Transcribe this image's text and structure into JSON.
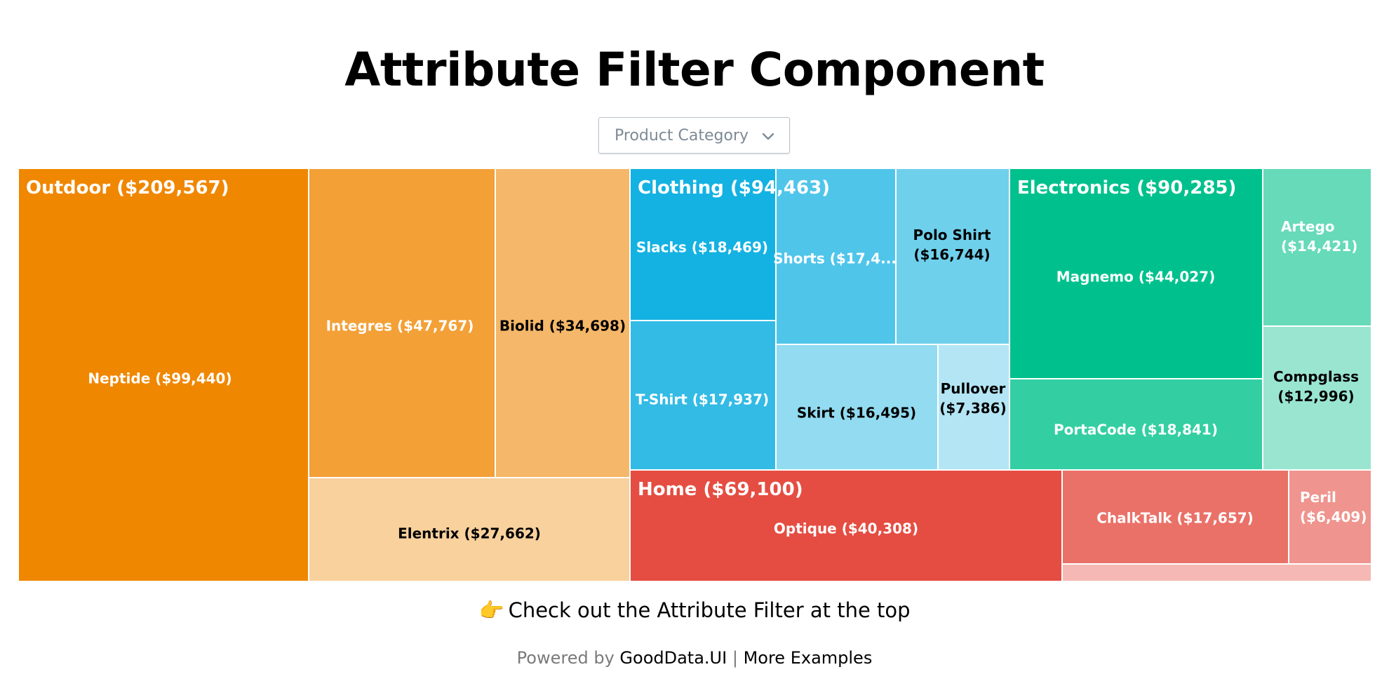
{
  "page": {
    "title": "Attribute Filter Component"
  },
  "filter": {
    "label": "Product Category"
  },
  "chart_data": {
    "type": "treemap",
    "groups": [
      {
        "name": "Outdoor",
        "label": "Outdoor ($209,567)",
        "total": 209567,
        "color": "#f08700",
        "children": [
          {
            "name": "Neptide",
            "value": 99440,
            "label": "Neptide ($99,440)",
            "color": "#f08700",
            "text_color": "#ffffff"
          },
          {
            "name": "Integres",
            "value": 47767,
            "label": "Integres ($47,767)",
            "color": "#f3a037",
            "text_color": "#ffffff"
          },
          {
            "name": "Biolid",
            "value": 34698,
            "label": "Biolid ($34,698)",
            "color": "#f5b769",
            "text_color": "#000000"
          },
          {
            "name": "Elentrix",
            "value": 27662,
            "label": "Elentrix ($27,662)",
            "color": "#f8d19c",
            "text_color": "#000000"
          }
        ]
      },
      {
        "name": "Clothing",
        "label": "Clothing ($94,463)",
        "total": 94463,
        "color": "#14b2e2",
        "children": [
          {
            "name": "Slacks",
            "value": 18469,
            "label": "Slacks ($18,469)",
            "color": "#14b2e2",
            "text_color": "#ffffff"
          },
          {
            "name": "T-Shirt",
            "value": 17937,
            "label": "T-Shirt ($17,937)",
            "color": "#33bbe5",
            "text_color": "#ffffff"
          },
          {
            "name": "Shorts",
            "value": 17432,
            "label": "Shorts ($17,4...",
            "color": "#50c5ea",
            "text_color": "#ffffff"
          },
          {
            "name": "Polo Shirt",
            "value": 16744,
            "label": "Polo Shirt",
            "label_line2": "($16,744)",
            "color": "#6fd0ec",
            "text_color": "#000000"
          },
          {
            "name": "Skirt",
            "value": 16495,
            "label": "Skirt ($16,495)",
            "color": "#92dbf0",
            "text_color": "#000000"
          },
          {
            "name": "Pullover",
            "value": 7386,
            "label": "Pullover",
            "label_line2": "($7,386)",
            "color": "#b3e5f5",
            "text_color": "#000000"
          }
        ]
      },
      {
        "name": "Electronics",
        "label": "Electronics ($90,285)",
        "total": 90285,
        "color": "#00c18d",
        "children": [
          {
            "name": "Magnemo",
            "value": 44027,
            "label": "Magnemo ($44,027)",
            "color": "#00c18d",
            "text_color": "#ffffff"
          },
          {
            "name": "PortaCode",
            "value": 18841,
            "label": "PortaCode ($18,841)",
            "color": "#33cfa2",
            "text_color": "#ffffff"
          },
          {
            "name": "Artego",
            "value": 14421,
            "label": "Artego",
            "label_line2": "($14,421)",
            "color": "#66dab9",
            "text_color": "#ffffff"
          },
          {
            "name": "Compglass",
            "value": 12996,
            "label": "Compglass",
            "label_line2": "($12,996)",
            "color": "#99e5d0",
            "text_color": "#000000"
          }
        ]
      },
      {
        "name": "Home",
        "label": "Home ($69,100)",
        "total": 69100,
        "color": "#e54d42",
        "children": [
          {
            "name": "Optique",
            "value": 40308,
            "label": "Optique ($40,308)",
            "color": "#e54d42",
            "text_color": "#ffffff"
          },
          {
            "name": "ChalkTalk",
            "value": 17657,
            "label": "ChalkTalk ($17,657)",
            "color": "#ea7168",
            "text_color": "#ffffff"
          },
          {
            "name": "Peril",
            "value": 6409,
            "label": "Peril",
            "label_line2": "($6,409)",
            "color": "#ef948e",
            "text_color": "#ffffff"
          },
          {
            "name": "",
            "value": 4726,
            "label": "",
            "color": "#f5b8b4",
            "text_color": "#000000"
          }
        ]
      }
    ]
  },
  "cta": {
    "emoji": "👉",
    "text": "Check out the Attribute Filter at the top"
  },
  "footer": {
    "powered_by": "Powered by",
    "link_gooddata": "GoodData.UI",
    "separator": "|",
    "link_examples": "More Examples"
  }
}
